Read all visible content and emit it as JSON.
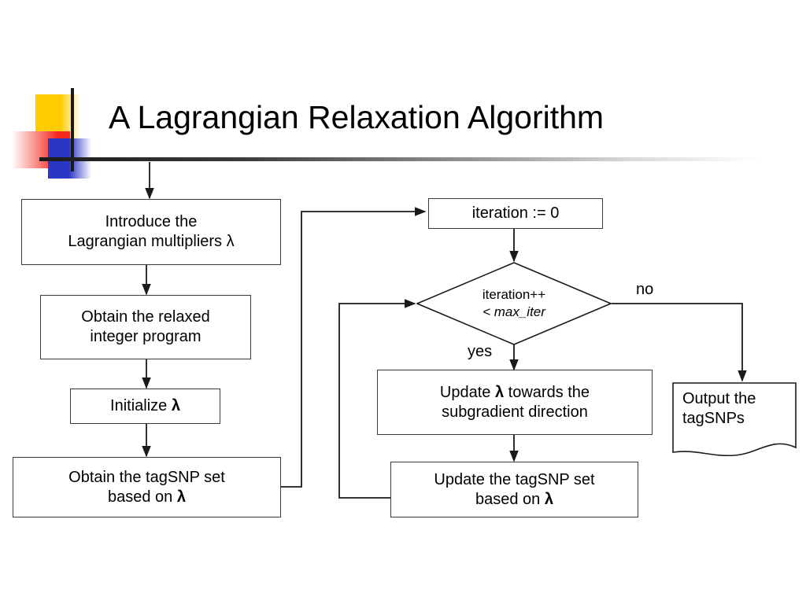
{
  "slide": {
    "title": "A Lagrangian Relaxation Algorithm",
    "background_color": "#ffffff",
    "decoration": {
      "yellow_color": "#FFCC00",
      "red_color": "#F5281E",
      "blue_color": "#2B36C4",
      "rule_color": "#1a1a1a"
    }
  },
  "flowchart": {
    "type": "flowchart",
    "nodes": [
      {
        "id": "introduce",
        "shape": "process",
        "text_line1": "Introduce the",
        "text_line2": "Lagrangian multipliers λ"
      },
      {
        "id": "relax",
        "shape": "process",
        "text_line1": "Obtain the relaxed",
        "text_line2": "integer program"
      },
      {
        "id": "init-lambda",
        "shape": "process",
        "text_line1": "Initialize λ",
        "text_line2": ""
      },
      {
        "id": "obtain-tagsnp",
        "shape": "process",
        "text_line1": "Obtain the tagSNP set",
        "text_line2": "based on λ"
      },
      {
        "id": "iteration-zero",
        "shape": "process",
        "text_line1": "iteration := 0",
        "text_line2": ""
      },
      {
        "id": "decision",
        "shape": "decision",
        "text_line1": "iteration++",
        "text_line2": "< max_iter"
      },
      {
        "id": "update-lambda",
        "shape": "process",
        "text_line1": "Update λ towards the",
        "text_line2": "subgradient direction"
      },
      {
        "id": "update-tagsnp",
        "shape": "process",
        "text_line1": "Update the tagSNP set",
        "text_line2": "based on λ"
      },
      {
        "id": "output",
        "shape": "document",
        "text_line1": "Output the",
        "text_line2": "tagSNPs"
      }
    ],
    "edge_labels": {
      "no": "no",
      "yes": "yes"
    },
    "edges": [
      {
        "from": "start",
        "to": "introduce",
        "label": ""
      },
      {
        "from": "introduce",
        "to": "relax",
        "label": ""
      },
      {
        "from": "relax",
        "to": "init-lambda",
        "label": ""
      },
      {
        "from": "init-lambda",
        "to": "obtain-tagsnp",
        "label": ""
      },
      {
        "from": "obtain-tagsnp",
        "to": "iteration-zero",
        "label": ""
      },
      {
        "from": "iteration-zero",
        "to": "decision",
        "label": ""
      },
      {
        "from": "decision",
        "to": "update-lambda",
        "label": "yes"
      },
      {
        "from": "decision",
        "to": "output",
        "label": "no"
      },
      {
        "from": "update-lambda",
        "to": "update-tagsnp",
        "label": ""
      },
      {
        "from": "update-tagsnp",
        "to": "decision",
        "label": ""
      }
    ]
  }
}
